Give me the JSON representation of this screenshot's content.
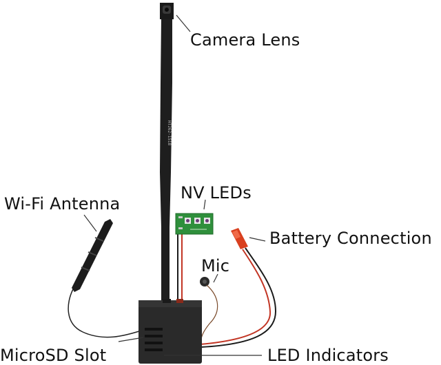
{
  "labels": {
    "camera_lens": "Camera Lens",
    "nv_leds": "NV LEDs",
    "wifi_antenna": "Wi-Fi Antenna",
    "battery_connection": "Battery Connection",
    "mic": "Mic",
    "microsd_slot": "MicroSD Slot",
    "led_indicators": "LED Indicators"
  },
  "ribbon_print": "HT262-1518",
  "colors": {
    "ribbon": "#1e1e1e",
    "board_green": "#2f8f3c",
    "connector_red": "#d9401f",
    "wire_red": "#c23524",
    "module_body": "#2a2a2a",
    "label_text": "#111111",
    "leader_line": "#333333"
  }
}
